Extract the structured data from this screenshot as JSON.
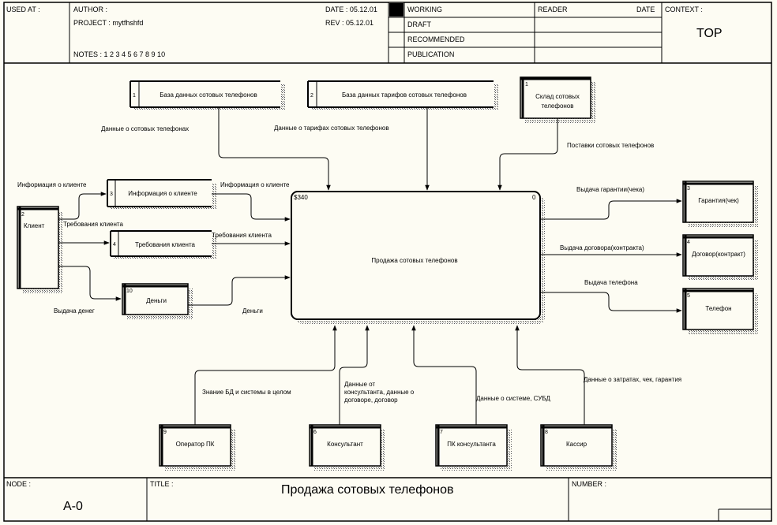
{
  "header": {
    "used_at": "USED AT :",
    "author": "AUTHOR :",
    "project": "PROJECT :  mytfhshfd",
    "notes": "NOTES :  1  2  3  4  5  6  7  8  9  10",
    "date": "DATE : 05.12.01",
    "rev": "REV :  05.12.01",
    "status": [
      "WORKING",
      "DRAFT",
      "RECOMMENDED",
      "PUBLICATION"
    ],
    "reader": "READER",
    "reader_date": "DATE",
    "context": "CONTEXT :",
    "context_value": "TOP"
  },
  "footer": {
    "node_label": "NODE :",
    "node_value": "A-0",
    "title_label": "TITLE :",
    "title_value": "Продажа сотовых телефонов",
    "number_label": "NUMBER :"
  },
  "diagram": {
    "activity": {
      "label": "Продажа сотовых телефонов",
      "cost": "$340",
      "num": "0"
    },
    "stores": [
      {
        "id": "store-phones-db",
        "num": "1",
        "label": "База данных сотовых телефонов"
      },
      {
        "id": "store-tariffs-db",
        "num": "2",
        "label": "База данных тарифов сотовых телефонов"
      },
      {
        "id": "store-client-info",
        "num": "3",
        "label": "Информация о клиенте"
      },
      {
        "id": "store-client-req",
        "num": "4",
        "label": "Требования клиента"
      }
    ],
    "entities": [
      {
        "id": "entity-warehouse",
        "num": "1",
        "label": "Склад сотовых телефонов"
      },
      {
        "id": "entity-client",
        "num": "2",
        "label": "Клиент"
      },
      {
        "id": "entity-money",
        "num": "10",
        "label": "Деньги"
      },
      {
        "id": "entity-warranty",
        "num": "3",
        "label": "Гарантия(чек)"
      },
      {
        "id": "entity-contract",
        "num": "4",
        "label": "Договор(контракт)"
      },
      {
        "id": "entity-phone",
        "num": "5",
        "label": "Телефон"
      },
      {
        "id": "entity-operator",
        "num": "9",
        "label": "Оператор ПК"
      },
      {
        "id": "entity-consultant",
        "num": "6",
        "label": "Консультант"
      },
      {
        "id": "entity-pc-consultant",
        "num": "7",
        "label": "ПК консультанта"
      },
      {
        "id": "entity-cashier",
        "num": "8",
        "label": "Кассир"
      }
    ],
    "arrows": [
      {
        "id": "arrow-phones-data",
        "label": "Данные о сотовых телефонах"
      },
      {
        "id": "arrow-tariffs-data",
        "label": "Данные о тарифах сотовых телефонов"
      },
      {
        "id": "arrow-supply",
        "label": "Поставки сотовых телефонов"
      },
      {
        "id": "arrow-client-info-1",
        "label": "Информация о клиенте"
      },
      {
        "id": "arrow-client-info-2",
        "label": "Информация о клиенте"
      },
      {
        "id": "arrow-client-req-1",
        "label": "Требования клиента"
      },
      {
        "id": "arrow-client-req-2",
        "label": "Требования клиента"
      },
      {
        "id": "arrow-pay-money",
        "label": "Выдача денег"
      },
      {
        "id": "arrow-money",
        "label": "Деньги"
      },
      {
        "id": "arrow-warranty-out",
        "label": "Выдача гарантии(чека)"
      },
      {
        "id": "arrow-contract-out",
        "label": "Выдача договора(контракта)"
      },
      {
        "id": "arrow-phone-out",
        "label": "Выдача телефона"
      },
      {
        "id": "arrow-knowledge",
        "label": "Знание БД и системы в целом"
      },
      {
        "id": "arrow-consultant-data",
        "label": "Данные от консультанта, данные о договоре, договор"
      },
      {
        "id": "arrow-system-data",
        "label": "Данные о системе, СУБД"
      },
      {
        "id": "arrow-costs-data",
        "label": "Данные о затратах, чек, гарантия"
      }
    ]
  }
}
